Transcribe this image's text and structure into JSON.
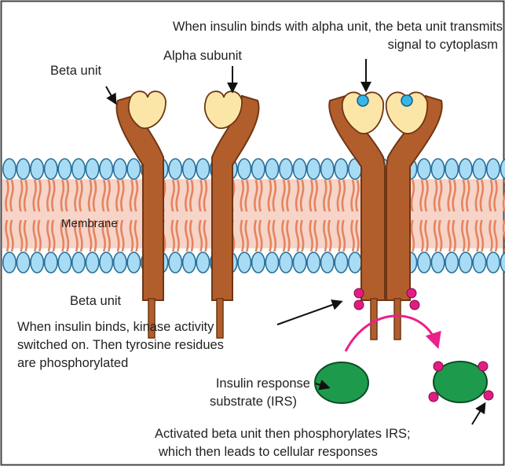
{
  "labels": {
    "top_caption_line1": "When insulin binds with alpha unit, the beta unit transmits",
    "top_caption_line2": "signal to cytoplasm",
    "beta_unit_top": "Beta unit",
    "alpha_subunit": "Alpha subunit",
    "membrane": "Membrane",
    "beta_unit_bottom": "Beta unit",
    "kinase_line1": "When insulin binds, kinase activity",
    "kinase_line2": "switched on. Then tyrosine residues",
    "kinase_line3": "are phosphorylated",
    "irs_line1": "Insulin response",
    "irs_line2": "substrate (IRS)",
    "bottom_line1": "Activated beta unit then phosphorylates IRS;",
    "bottom_line2": "which then leads to cellular responses"
  },
  "colors": {
    "receptor": "#b25e2c",
    "receptor_stroke": "#6f3614",
    "alpha": "#fbe6a8",
    "insulin": "#38b6e8",
    "lipid_head": "#a8dcf4",
    "lipid_head_stroke": "#2a6f9a",
    "lipid_tail": "#e58460",
    "irs_fill": "#1e9a4c",
    "phosphate": "#e21c82",
    "arrow_pink": "#e8228a",
    "frame": "#444444"
  }
}
